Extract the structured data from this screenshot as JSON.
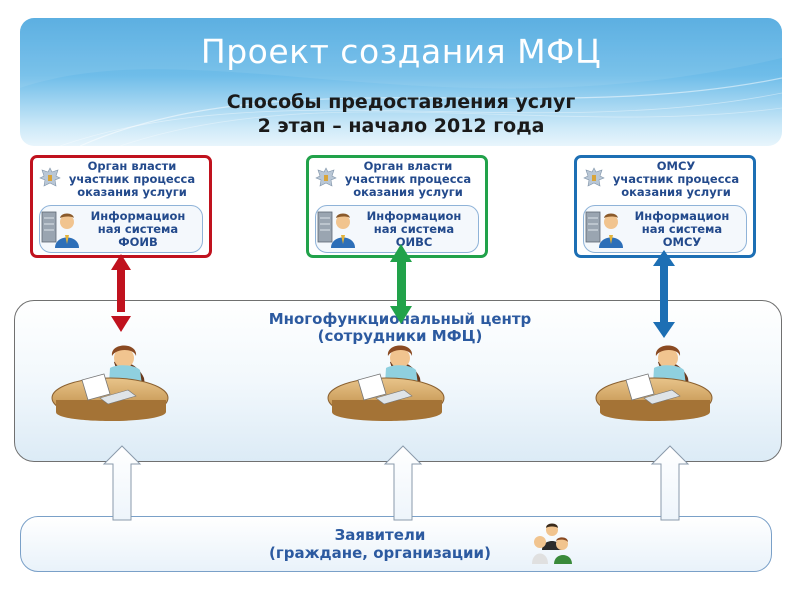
{
  "title": "Проект создания МФЦ",
  "subtitle": {
    "line1": "Способы предоставления услуг",
    "line2": "2 этап – начало 2012 года"
  },
  "organizations": [
    {
      "head_line1": "Орган власти",
      "head_line2": "участник процесса",
      "head_line3": "оказания услуги",
      "inner_line1": "Информацион",
      "inner_line2": "ная система",
      "inner_line3": "ФОИВ",
      "color": "#c0121e"
    },
    {
      "head_line1": "Орган власти",
      "head_line2": "участник процесса",
      "head_line3": "оказания услуги",
      "inner_line1": "Информацион",
      "inner_line2": "ная система",
      "inner_line3": "ОИВС",
      "color": "#21a24a"
    },
    {
      "head_line1": "ОМСУ",
      "head_line2": "участник процесса",
      "head_line3": "оказания услуги",
      "inner_line1": "Информацион",
      "inner_line2": "ная система",
      "inner_line3": "ОМСУ",
      "color": "#1d6fb4"
    }
  ],
  "center": {
    "line1": "Многофункциональный центр",
    "line2": "(сотрудники МФЦ)"
  },
  "applicants": {
    "line1": "Заявители",
    "line2": "(граждане, организации)"
  }
}
